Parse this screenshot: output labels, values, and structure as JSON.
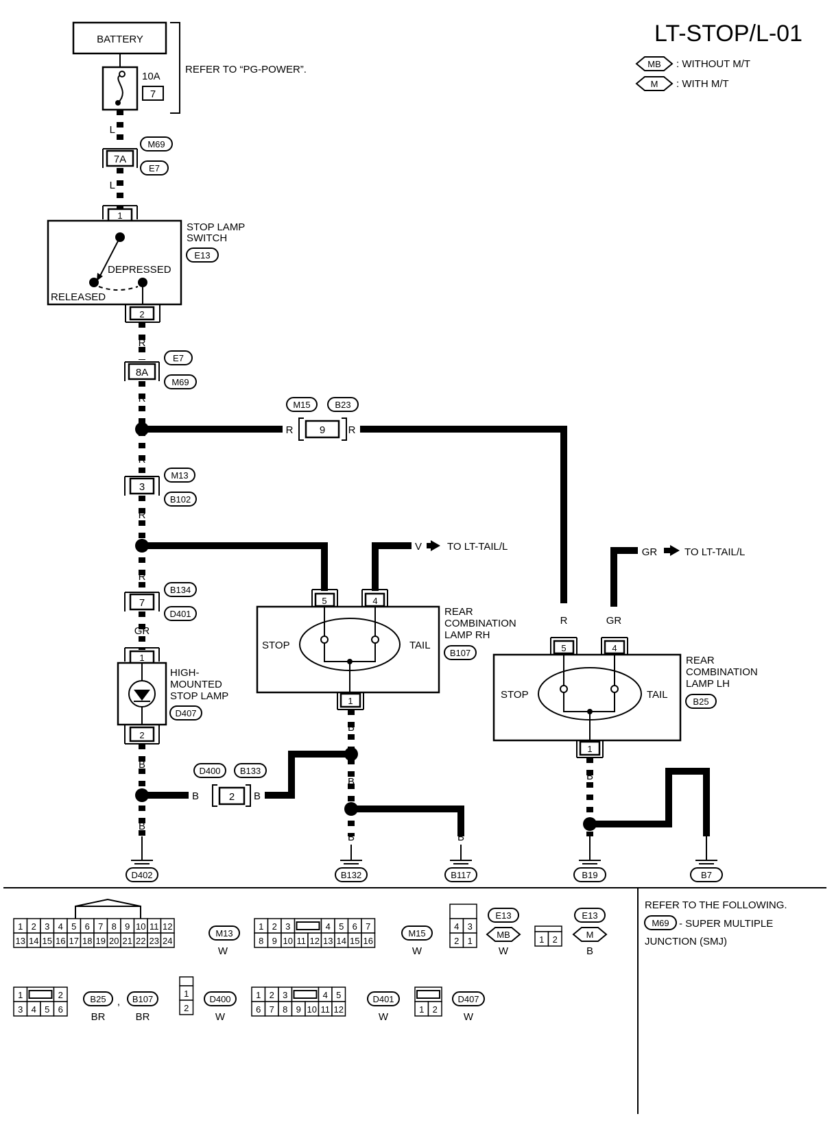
{
  "title": "LT-STOP/L-01",
  "legend": [
    {
      "tag": "MB",
      "text": ": WITHOUT M/T"
    },
    {
      "tag": "M",
      "text": ": WITH M/T"
    }
  ],
  "battery": {
    "label": "BATTERY",
    "fuse_amp": "10A",
    "fuse_no": "7",
    "refer": "REFER TO “PG-POWER”."
  },
  "wires": {
    "L": "L",
    "R": "R",
    "V": "V",
    "GR": "GR",
    "B": "B"
  },
  "connectors": {
    "c7A": "7A",
    "c8A": "8A",
    "c9": "9",
    "c3": "3",
    "c7": "7",
    "c2": "2"
  },
  "tags": {
    "M69": "M69",
    "E7": "E7",
    "E13": "E13",
    "M15": "M15",
    "B23": "B23",
    "M13": "M13",
    "B102": "B102",
    "B134": "B134",
    "D401": "D401",
    "D407": "D407",
    "D400": "D400",
    "B133": "B133",
    "B107": "B107",
    "B25": "B25",
    "D402": "D402",
    "B132": "B132",
    "B117": "B117",
    "B19": "B19",
    "B7": "B7",
    "MB": "MB",
    "M": "M"
  },
  "stop_switch": {
    "name_line1": "STOP LAMP",
    "name_line2": "SWITCH",
    "depressed": "DEPRESSED",
    "released": "RELEASED",
    "pin_top": "1",
    "pin_bottom": "2"
  },
  "hmsl": {
    "line1": "HIGH-",
    "line2": "MOUNTED",
    "line3": "STOP LAMP",
    "pin_top": "1",
    "pin_bottom": "2"
  },
  "rear_rh": {
    "line1": "REAR",
    "line2": "COMBINATION",
    "line3": "LAMP RH",
    "stop": "STOP",
    "tail": "TAIL",
    "pin5": "5",
    "pin4": "4",
    "pin1": "1"
  },
  "rear_lh": {
    "line1": "REAR",
    "line2": "COMBINATION",
    "line3": "LAMP LH",
    "stop": "STOP",
    "tail": "TAIL",
    "pin5": "5",
    "pin4": "4",
    "pin1": "1"
  },
  "to_tail": "TO LT-TAIL/L",
  "refer_box": {
    "line1": "REFER TO THE FOLLOWING.",
    "tag": "M69",
    "line2": "- SUPER MULTIPLE",
    "line3": "JUNCTION (SMJ)"
  },
  "footer_connectors": {
    "m13": {
      "top": [
        "1",
        "2",
        "3",
        "4",
        "5",
        "6",
        "7",
        "8",
        "9",
        "10",
        "11",
        "12"
      ],
      "bottom": [
        "13",
        "14",
        "15",
        "16",
        "17",
        "18",
        "19",
        "20",
        "21",
        "22",
        "23",
        "24"
      ],
      "tag": "M13",
      "color": "W"
    },
    "m15": {
      "top": [
        "1",
        "2",
        "3",
        "4",
        "5",
        "6",
        "7"
      ],
      "bottom": [
        "8",
        "9",
        "10",
        "11",
        "12",
        "13",
        "14",
        "15",
        "16"
      ],
      "tag": "M15",
      "color": "W"
    },
    "e13mb": {
      "top": [
        "4",
        "3"
      ],
      "bottom": [
        "2",
        "1"
      ],
      "tag": "E13",
      "sub": "MB",
      "color": "W"
    },
    "e13m": {
      "cells": [
        "1",
        "2"
      ],
      "tag": "E13",
      "sub": "M",
      "color": "B"
    },
    "b25": {
      "top": [
        "1",
        "2"
      ],
      "bottom": [
        "3",
        "4",
        "5",
        "6"
      ],
      "tag1": "B25",
      "tag2": "B107",
      "color": "BR",
      "sep": ","
    },
    "d400": {
      "cells": [
        "1",
        "2"
      ],
      "tag": "D400",
      "color": "W"
    },
    "d401": {
      "top": [
        "1",
        "2",
        "3",
        "4",
        "5"
      ],
      "bottom": [
        "6",
        "7",
        "8",
        "9",
        "10",
        "11",
        "12"
      ],
      "tag": "D401",
      "color": "W"
    },
    "d407": {
      "cells": [
        "1",
        "2"
      ],
      "tag": "D407",
      "color": "W"
    }
  }
}
